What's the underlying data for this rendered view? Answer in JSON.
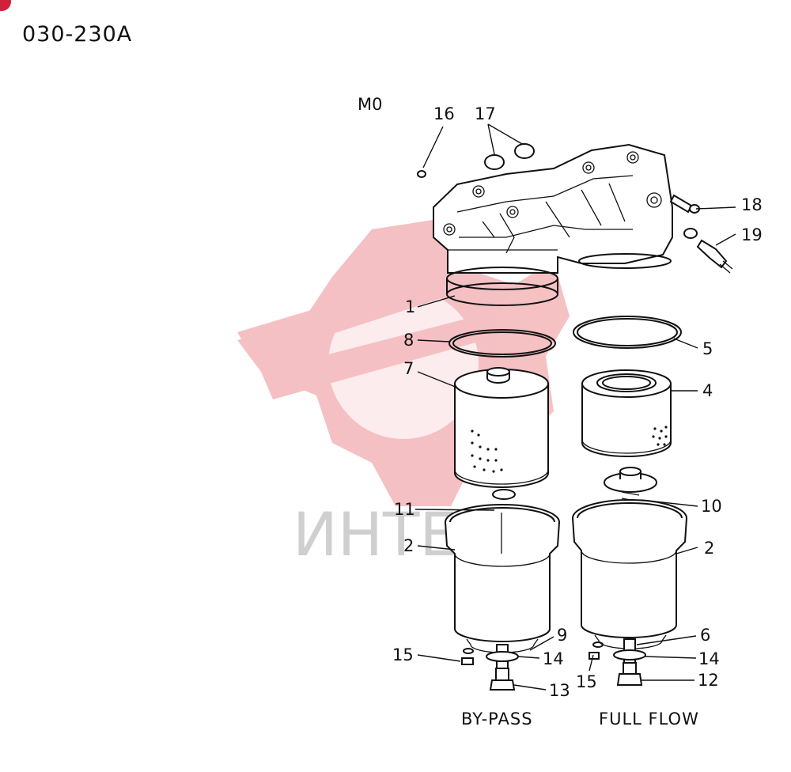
{
  "header": {
    "part_code": "030-230A"
  },
  "diagram": {
    "model_label": "M0",
    "watermark": "ИНТЕХ",
    "captions": {
      "bypass": "BY-PASS",
      "full_flow": "FULL FLOW"
    },
    "callouts": {
      "c16": "16",
      "c17": "17",
      "c18": "18",
      "c19": "19",
      "c1": "1",
      "c8": "8",
      "c7": "7",
      "c5": "5",
      "c4": "4",
      "c11": "11",
      "c10": "10",
      "c2a": "2",
      "c2b": "2",
      "c9": "9",
      "c6": "6",
      "c15a": "15",
      "c15b": "15",
      "c14a": "14",
      "c14b": "14",
      "c13": "13",
      "c12": "12"
    }
  },
  "colors": {
    "watermark_red": "#f4b6b9",
    "badge_red": "#d21f3c",
    "line": "#111111"
  }
}
